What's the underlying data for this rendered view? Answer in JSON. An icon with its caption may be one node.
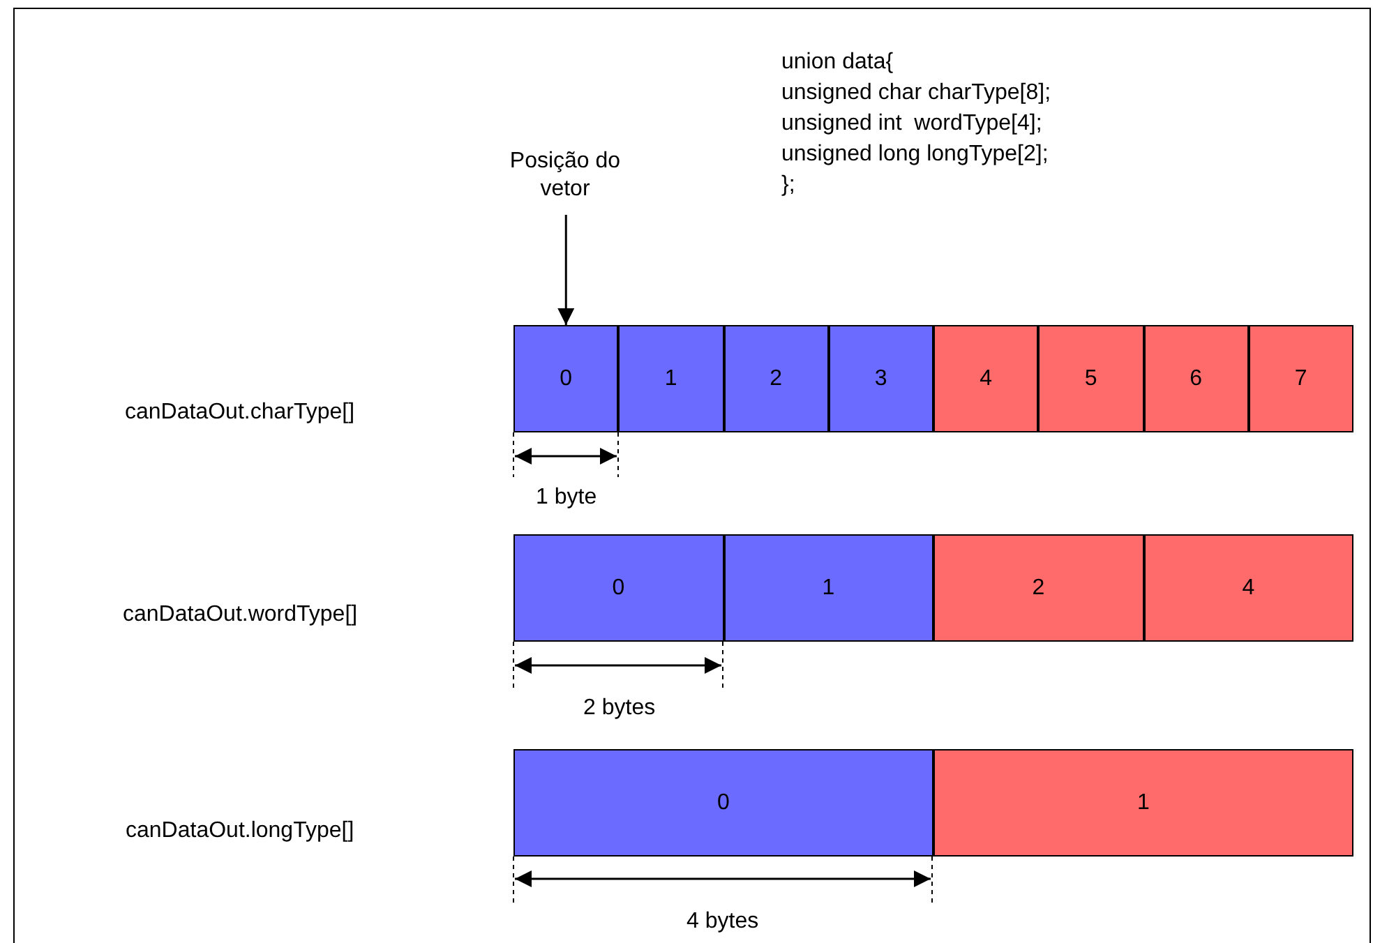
{
  "diagram": {
    "nodes": [
      {
        "text": [
          "Posição do vetor"
        ]
      },
      {
        "text": [
          "0"
        ]
      },
      {
        "text": [
          "1"
        ]
      },
      {
        "text": [
          "2"
        ]
      },
      {
        "text": [
          "3"
        ]
      },
      {
        "text": [
          "4"
        ]
      },
      {
        "text": [
          "5"
        ]
      },
      {
        "text": [
          "6"
        ]
      },
      {
        "text": [
          "7"
        ]
      },
      {
        "text": [
          "0"
        ]
      },
      {
        "text": [
          "1"
        ]
      },
      {
        "text": [
          "2"
        ]
      },
      {
        "text": [
          "4"
        ]
      },
      {
        "text": [
          "0"
        ]
      },
      {
        "text": [
          "1"
        ]
      }
    ],
    "edges": [
      {
        "from": 0,
        "to": 1,
        "arrow": "to"
      }
    ],
    "labels": [
      "union data{",
      "unsigned char charType[8];",
      "unsigned int  wordType[4];",
      "unsigned long longType[2];",
      "};",
      "canDataOut.charType[]",
      "1 byte",
      "canDataOut.wordType[]",
      "2 bytes",
      "canDataOut.longType[]",
      "4 bytes"
    ]
  }
}
